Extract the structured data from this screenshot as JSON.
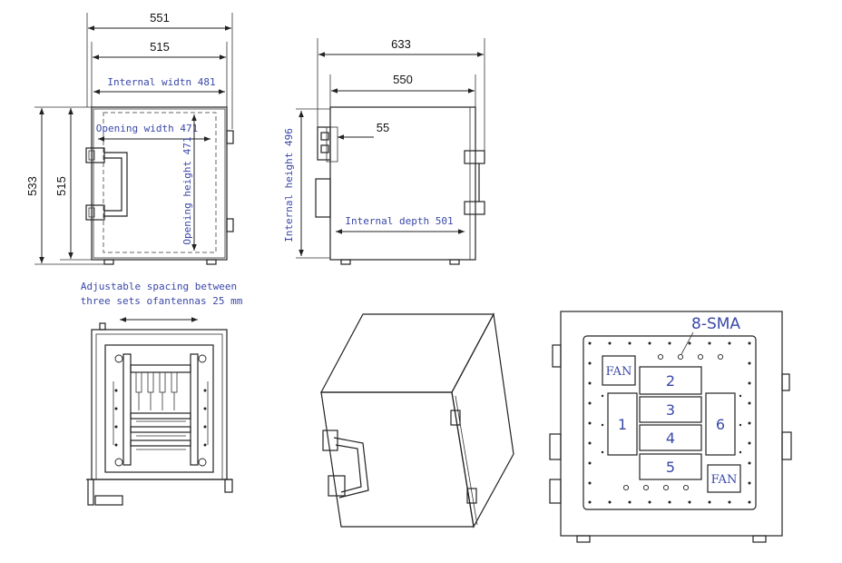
{
  "front_view": {
    "dim_width_outer": "551",
    "dim_width_body": "515",
    "internal_width": "Internal widtn 481",
    "opening_width": "Opening width 471",
    "opening_height": "Opening height 471",
    "dim_height_outer": "533",
    "dim_height_body": "515"
  },
  "side_view": {
    "dim_depth_outer": "633",
    "dim_depth_body": "550",
    "dim_handle": "55",
    "internal_height": "Internal height 496",
    "internal_depth": "Internal depth 501"
  },
  "inner_view": {
    "note_line1": "Adjustable spacing between",
    "note_line2": "three sets ofantennas 25 mm"
  },
  "rear_panel": {
    "connector_label": "8-SMA",
    "fan_top": "FAN",
    "fan_bottom": "FAN",
    "window_1": "1",
    "window_2": "2",
    "window_3": "3",
    "window_4": "4",
    "window_5": "5",
    "window_6": "6"
  }
}
